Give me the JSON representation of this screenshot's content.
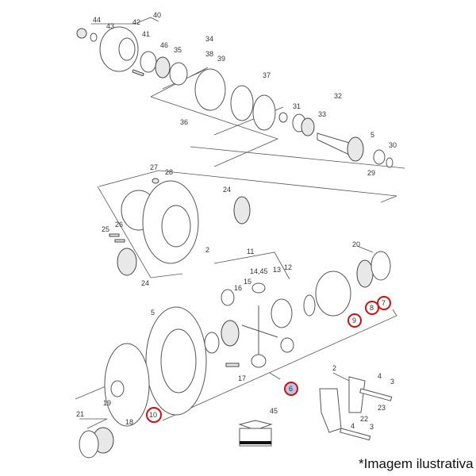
{
  "labels": {
    "l44": "44",
    "l43": "43",
    "l42": "42",
    "l40": "40",
    "l41": "41",
    "l46": "46",
    "l34": "34",
    "l35": "35",
    "l38": "38",
    "l39": "39",
    "l37": "37",
    "l32": "32",
    "l31": "31",
    "l33": "33",
    "l36": "36",
    "l5a": "5",
    "l30": "30",
    "l29": "29",
    "l27": "27",
    "l28": "28",
    "l24a": "24",
    "l25": "25",
    "l26": "26",
    "l2a": "2",
    "l24b": "24",
    "l11": "11",
    "l1445": "14,45",
    "l13": "13",
    "l12": "12",
    "l15": "15",
    "l16": "16",
    "l20": "20",
    "l5b": "5",
    "l7": "7",
    "l8": "8",
    "l9": "9",
    "l17": "17",
    "l6": "6",
    "l10": "10",
    "l19": "19",
    "l18": "18",
    "l21": "21",
    "l45": "45",
    "l2b": "2",
    "l4a": "4",
    "l3a": "3",
    "l23": "23",
    "l22": "22",
    "l4b": "4",
    "l3b": "3"
  },
  "highlighted": [
    "7",
    "8",
    "9",
    "10"
  ],
  "selected": "6",
  "colors": {
    "highlight_ring": "#d01010",
    "selected_fill": "#b8c6e0"
  },
  "caption": "*Imagem ilustrativa"
}
